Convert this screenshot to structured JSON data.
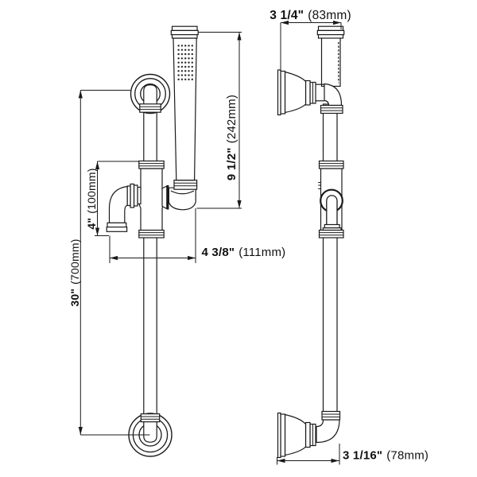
{
  "drawing": {
    "type": "technical-dimension-drawing",
    "colors": {
      "line": "#1a1a1a",
      "text": "#111111",
      "background": "#ffffff"
    },
    "views": {
      "front": "front-view",
      "side": "side-view"
    },
    "dimensions": {
      "bar_height": {
        "inches": "30\"",
        "mm": "(700mm)"
      },
      "supply_offset": {
        "inches": "4\"",
        "mm": "(100mm)"
      },
      "handshower_length": {
        "inches": "9 1/2\"",
        "mm": "(242mm)"
      },
      "slider_reach": {
        "inches": "4 3/8\"",
        "mm": "(111mm)"
      },
      "top_depth": {
        "inches": "3 1/4\"",
        "mm": "(83mm)"
      },
      "bottom_depth": {
        "inches": "3 1/16\"",
        "mm": "(78mm)"
      }
    }
  }
}
